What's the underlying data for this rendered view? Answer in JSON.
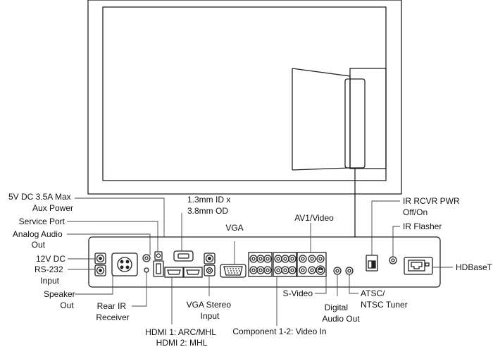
{
  "colors": {
    "line": "#222222",
    "panel_fill": "#ffffff",
    "text": "#111111"
  },
  "labels": {
    "aux_power": [
      "5V DC 3.5A Max",
      "Aux Power"
    ],
    "service_port": [
      "Service Port"
    ],
    "analog_audio_out": [
      "Analog Audio",
      "Out"
    ],
    "dc_12v": [
      "12V DC"
    ],
    "rs232_input": [
      "RS-232",
      "Input"
    ],
    "speaker_out": [
      "Speaker",
      "Out"
    ],
    "rear_ir_receiver": [
      "Rear IR",
      "Receiver"
    ],
    "hdmi_ports": [
      "HDMI 1: ARC/MHL",
      "HDMI 2: MHL"
    ],
    "audio_jack_size": [
      "1.3mm ID x",
      "3.8mm OD"
    ],
    "vga": [
      "VGA"
    ],
    "vga_stereo_input": [
      "VGA Stereo",
      "Input"
    ],
    "component_video_in": [
      "Component 1-2: Video In"
    ],
    "av1_video": [
      "AV1/Video"
    ],
    "s_video": [
      "S-Video"
    ],
    "digital_audio_out": [
      "Digital",
      "Audio Out"
    ],
    "atsc_ntsc_tuner": [
      "ATSC/",
      "NTSC Tuner"
    ],
    "ir_rcvr_pwr": [
      "IR RCVR PWR",
      "Off/On"
    ],
    "ir_flasher": [
      "IR Flasher"
    ],
    "hdbaset": [
      "HDBaseT"
    ]
  }
}
